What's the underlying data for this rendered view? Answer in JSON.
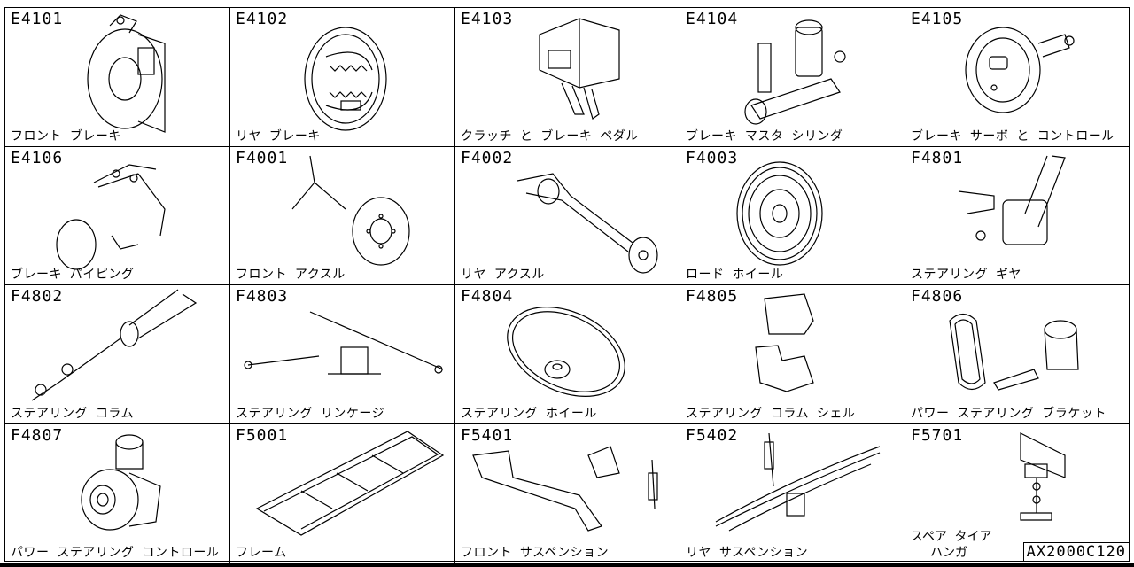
{
  "catalog": {
    "reference_code": "AX2000C120"
  },
  "cells": [
    {
      "code": "E4101",
      "label": "フロント ブレーキ",
      "icon": "front-brake"
    },
    {
      "code": "E4102",
      "label": "リヤ ブレーキ",
      "icon": "rear-brake"
    },
    {
      "code": "E4103",
      "label": "クラッチ と ブレーキ ペダル",
      "icon": "pedal"
    },
    {
      "code": "E4104",
      "label": "ブレーキ マスタ シリンダ",
      "icon": "master-cylinder"
    },
    {
      "code": "E4105",
      "label": "ブレーキ サーボ と コントロール",
      "icon": "brake-servo"
    },
    {
      "code": "E4106",
      "label": "ブレーキ パイピング",
      "icon": "brake-piping"
    },
    {
      "code": "F4001",
      "label": "フロント アクスル",
      "icon": "front-axle"
    },
    {
      "code": "F4002",
      "label": "リヤ アクスル",
      "icon": "rear-axle"
    },
    {
      "code": "F4003",
      "label": "ロード ホイール",
      "icon": "road-wheel"
    },
    {
      "code": "F4801",
      "label": "ステアリング ギヤ",
      "icon": "steering-gear"
    },
    {
      "code": "F4802",
      "label": "ステアリング コラム",
      "icon": "steering-column"
    },
    {
      "code": "F4803",
      "label": "ステアリング リンケージ",
      "icon": "steering-linkage"
    },
    {
      "code": "F4804",
      "label": "ステアリング ホイール",
      "icon": "steering-wheel"
    },
    {
      "code": "F4805",
      "label": "ステアリング コラム シェル",
      "icon": "column-shell"
    },
    {
      "code": "F4806",
      "label": "パワー ステアリング ブラケット",
      "icon": "ps-bracket"
    },
    {
      "code": "F4807",
      "label": "パワー ステアリング コントロール",
      "icon": "ps-control"
    },
    {
      "code": "F5001",
      "label": "フレーム",
      "icon": "frame"
    },
    {
      "code": "F5401",
      "label": "フロント サスペンション",
      "icon": "front-suspension"
    },
    {
      "code": "F5402",
      "label": "リヤ サスペンション",
      "icon": "rear-suspension"
    },
    {
      "code": "F5701",
      "label_line1": "スペア タイア",
      "label_line2": "ハンガ",
      "icon": "spare-tire-hanger"
    }
  ]
}
